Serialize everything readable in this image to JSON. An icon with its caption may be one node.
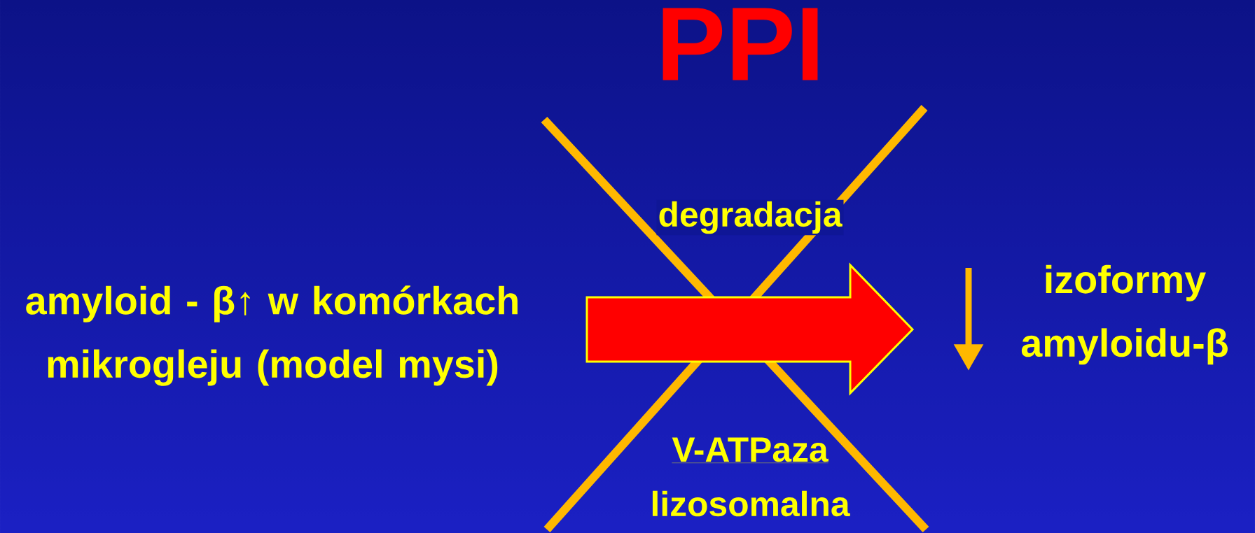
{
  "diagram": {
    "title": "PPI",
    "nodes": [
      {
        "text": [
          "amyloid - β↑ w komórkach mikrogleju (model mysi)"
        ]
      },
      {
        "text": [
          "izoformy amyloidu-β"
        ]
      }
    ],
    "edges": [
      {
        "from": 0,
        "to": 1,
        "arrow": "to",
        "label": "degradacja"
      }
    ],
    "labels": [
      "V-ATPaza",
      "lizosomalna"
    ]
  }
}
